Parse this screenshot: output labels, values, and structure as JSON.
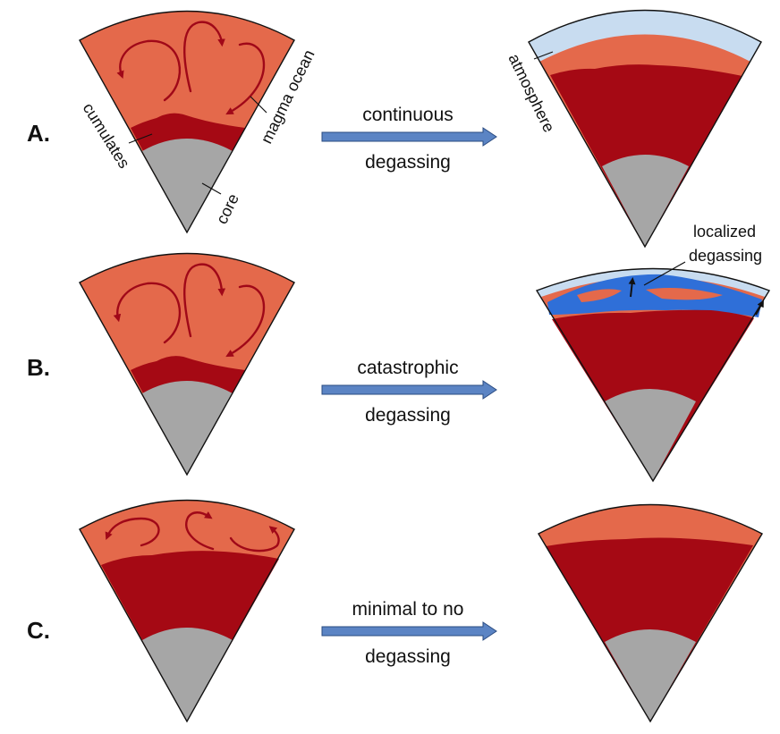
{
  "colors": {
    "magma_ocean": "#e4694b",
    "cumulates": "#a50914",
    "core": "#a6a6a6",
    "atmosphere": "#c8dcf0",
    "degassing_plume": "#2f6fd8",
    "arrow_fill": "#5b84c4",
    "outline": "#111111"
  },
  "rows": [
    {
      "id": "A",
      "label": "A.",
      "process_top": "continuous",
      "process_bottom": "degassing"
    },
    {
      "id": "B",
      "label": "B.",
      "process_top": "catastrophic",
      "process_bottom": "degassing"
    },
    {
      "id": "C",
      "label": "C.",
      "process_top": "minimal to no",
      "process_bottom": "degassing"
    }
  ],
  "annotations": {
    "cumulates": "cumulates",
    "magma_ocean": "magma ocean",
    "core": "core",
    "atmosphere": "atmosphere",
    "localized_degassing_line1": "localized",
    "localized_degassing_line2": "degassing"
  }
}
